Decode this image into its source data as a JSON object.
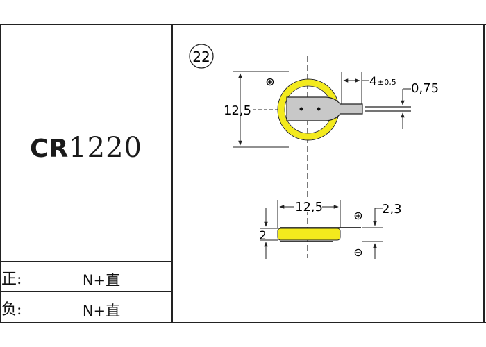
{
  "model": {
    "prefix": "CR",
    "number": "1220"
  },
  "rows": [
    {
      "label": "正:",
      "value": "N+直"
    },
    {
      "label": "负:",
      "value": "N+直"
    }
  ],
  "drawing": {
    "figure_number": "22",
    "top_view": {
      "diameter_label": "12,5",
      "tab_offset_label": "4",
      "tab_offset_tolerance": "±0,5",
      "tab_thickness_label": "0,75",
      "polarity_symbol": "⊕"
    },
    "side_view": {
      "diameter_label": "12,5",
      "cell_height_label": "2",
      "total_height_label": "2,3",
      "positive_symbol": "⊕",
      "negative_symbol": "⊖"
    },
    "colors": {
      "cell": "#f3ea1d",
      "tab": "#c8c8c8",
      "line": "#222222"
    }
  }
}
